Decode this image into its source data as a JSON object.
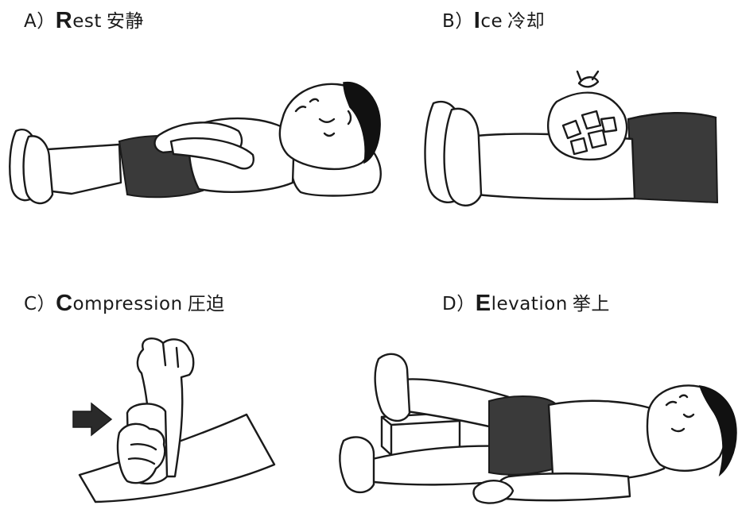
{
  "panels": [
    {
      "letter": "A）",
      "initial": "R",
      "rest": "est",
      "jp": "安静"
    },
    {
      "letter": "B）",
      "initial": "I",
      "rest": "ce",
      "jp": "冷却"
    },
    {
      "letter": "C）",
      "initial": "C",
      "rest": "ompression",
      "jp": "圧迫"
    },
    {
      "letter": "D）",
      "initial": "E",
      "rest": "levation",
      "jp": "挙上"
    }
  ],
  "colors": {
    "ink": "#1a1a1a",
    "shorts": "#3a3a3a",
    "hair": "#111111",
    "background": "#ffffff"
  }
}
